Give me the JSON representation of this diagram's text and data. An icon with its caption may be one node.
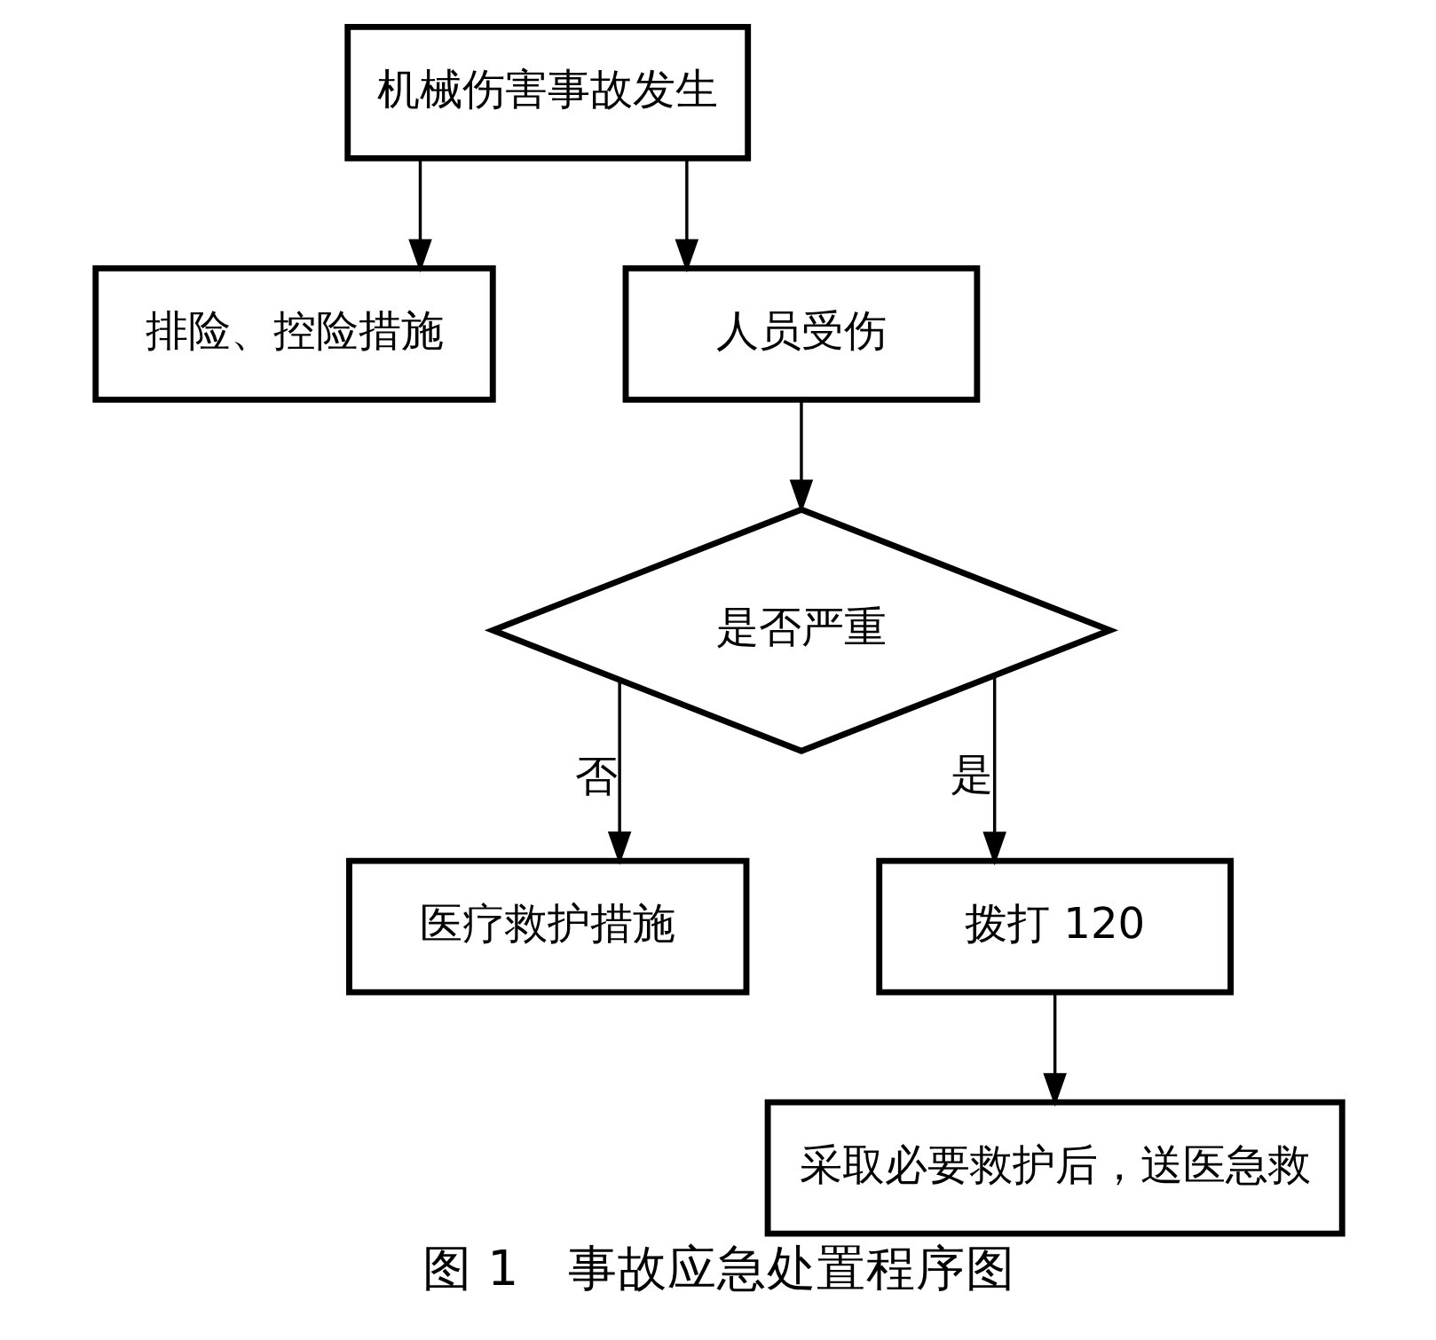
{
  "diagram": {
    "caption": "图 1　事故应急处置程序图",
    "nodes": [
      {
        "text": [
          "机械伤害事故发生"
        ]
      },
      {
        "text": [
          "排险、控险措施"
        ]
      },
      {
        "text": [
          "人员受伤"
        ]
      },
      {
        "text": [
          "是否严重"
        ]
      },
      {
        "text": [
          "医疗救护措施"
        ]
      },
      {
        "text": [
          "拨打 120"
        ]
      },
      {
        "text": [
          "采取必要救护后，送医急救"
        ]
      }
    ],
    "edges": [
      {
        "from": 0,
        "to": 1,
        "arrow": "to"
      },
      {
        "from": 0,
        "to": 2,
        "arrow": "to"
      },
      {
        "from": 2,
        "to": 3,
        "arrow": "to"
      },
      {
        "from": 3,
        "to": 4,
        "arrow": "to",
        "label": "否"
      },
      {
        "from": 3,
        "to": 5,
        "arrow": "to",
        "label": "是"
      },
      {
        "from": 5,
        "to": 6,
        "arrow": "to"
      }
    ]
  }
}
